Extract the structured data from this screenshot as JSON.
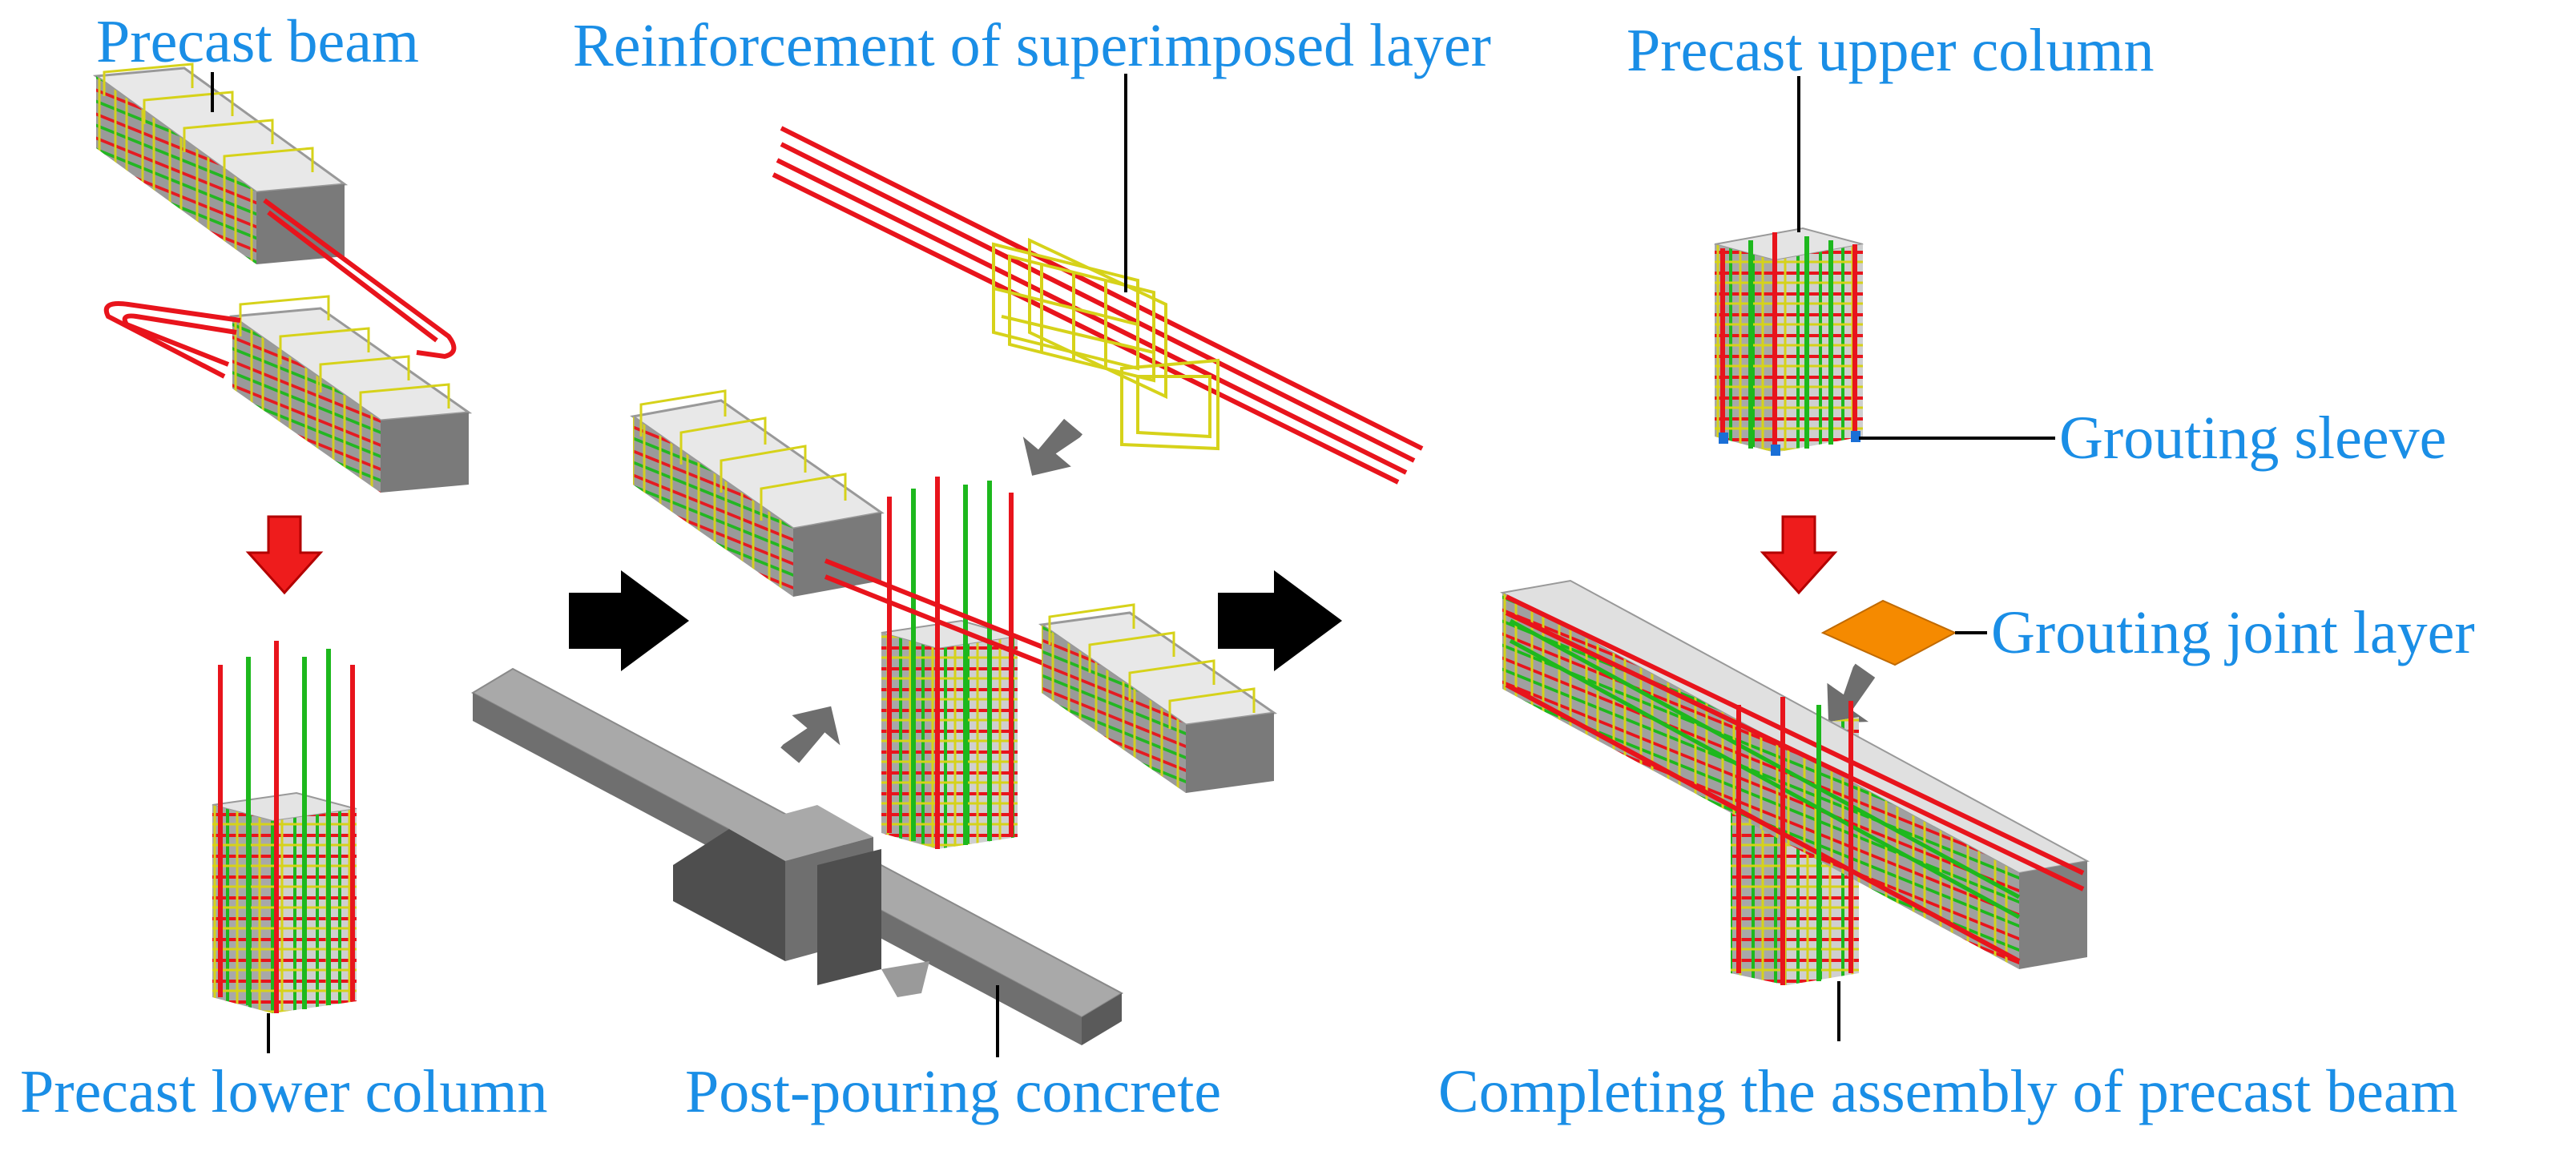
{
  "colors": {
    "label": "#1a8ee6",
    "rebar_red": "#e8141c",
    "rebar_green": "#1db81d",
    "stirrup_yellow": "#d6d21a",
    "concrete_light": "#dcdcdc",
    "concrete_mid": "#b4b4b4",
    "concrete_dark": "#7a7a7a",
    "pour_top": "#a9a9a9",
    "pour_side": "#6f6f6f",
    "pour_front": "#4e4e4e",
    "grout": "#f58a00",
    "arrow_red": "#ee1c1c",
    "arrow_gray": "#6e6e6e",
    "arrow_black": "#000000",
    "leader": "#000000"
  },
  "labels": {
    "precast_beam": "Precast beam",
    "reinforcement_superimposed": "Reinforcement of superimposed layer",
    "precast_upper_column": "Precast upper column",
    "grouting_sleeve": "Grouting sleeve",
    "grouting_joint_layer": "Grouting joint layer",
    "precast_lower_column": "Precast lower column",
    "post_pouring_concrete": "Post-pouring concrete",
    "completing_assembly": "Completing the assembly of precast beam"
  }
}
